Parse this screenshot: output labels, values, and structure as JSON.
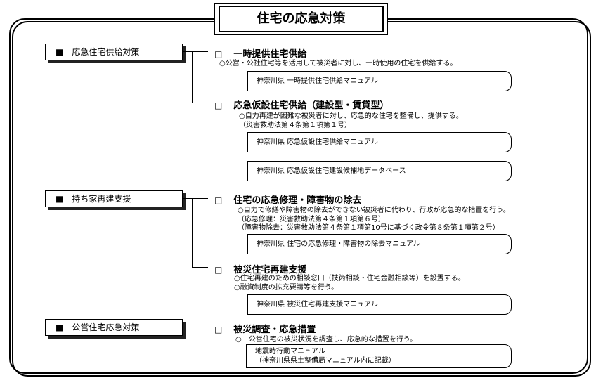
{
  "title": "住宅の応急対策",
  "categories": [
    {
      "label": "■　応急住宅供給対策",
      "items": [
        {
          "marker": "□",
          "title": "一時提供住宅供給",
          "desc": [
            "○公営・公社住宅等を活用して被災者に対し、一時使用の住宅を供給する。"
          ],
          "refs": [
            [
              "神奈川県 一時提供住宅供給マニュアル"
            ]
          ]
        },
        {
          "marker": "□",
          "title": "応急仮設住宅供給（建設型・賃貸型）",
          "desc": [
            "○自力再建が困難な被災者に対し、応急的な住宅を整備し、提供する。",
            "（災害救助法第４条第１項第１号）"
          ],
          "refs": [
            [
              "神奈川県 応急仮設住宅供給マニュアル"
            ],
            [
              "神奈川県 応急仮設住宅建設候補地データベース"
            ]
          ]
        }
      ]
    },
    {
      "label": "■　持ち家再建支援",
      "items": [
        {
          "marker": "□",
          "title": "住宅の応急修理・障害物の除去",
          "desc": [
            "○自力で修繕や障害物の除去ができない被災者に代わり、行政が応急的な措置を行う。",
            "（応急修理：災害救助法第４条第１項第６号）",
            "（障害物除去：災害救助法第４条第１項第10号に基づく政令第８条第１項第２号）"
          ],
          "refs": [
            [
              "神奈川県 住宅の応急修理・障害物の除去マニュアル"
            ]
          ]
        },
        {
          "marker": "□",
          "title": "被災住宅再建支援",
          "desc": [
            "○住宅再建のための相談窓口（技術相談・住宅金融相談等）を設置する。",
            "○融資制度の拡充要請等を行う。"
          ],
          "refs": [
            [
              "神奈川県 被災住宅再建支援マニュアル"
            ]
          ]
        }
      ]
    },
    {
      "label": "■　公営住宅応急対策",
      "items": [
        {
          "marker": "□",
          "title": "被災調査・応急措置",
          "desc": [
            "○　公営住宅の被災状況を調査し、応急的な措置を行う。"
          ],
          "refs": [
            [
              "地震時行動マニュアル",
              "（神奈川県県土整備局マニュアル内に記載）"
            ]
          ]
        }
      ]
    }
  ]
}
